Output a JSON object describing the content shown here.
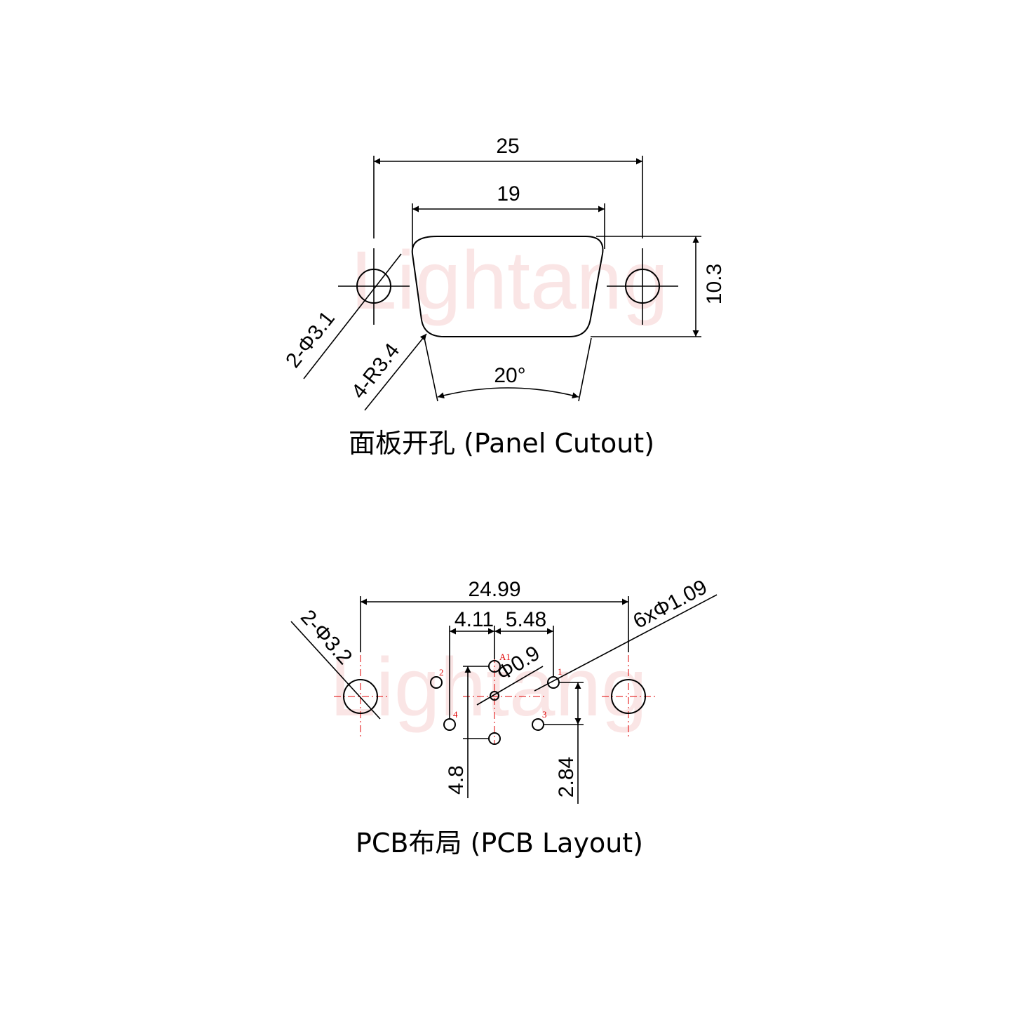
{
  "watermark": "Lightang",
  "panel_cutout": {
    "caption": "面板开孔 (Panel Cutout)",
    "dim_overall_width": "25",
    "dim_cutout_width": "19",
    "dim_height": "10.3",
    "dim_holes": "2-Φ3.1",
    "dim_radius": "4-R3.4",
    "dim_angle": "20°"
  },
  "pcb_layout": {
    "caption": "PCB布局 (PCB Layout)",
    "dim_overall": "24.99",
    "dim_left_offset": "4.11",
    "dim_right_offset": "5.48",
    "dim_mount_holes": "2-Φ3.2",
    "dim_pin_holes": "6xΦ1.09",
    "dim_center_hole": "Φ0.9",
    "dim_vertical_left": "4.8",
    "dim_vertical_right": "2.84",
    "pin_labels": {
      "a1": "A1",
      "p1": "1",
      "p2": "2",
      "p3": "3",
      "p4": "4"
    }
  }
}
